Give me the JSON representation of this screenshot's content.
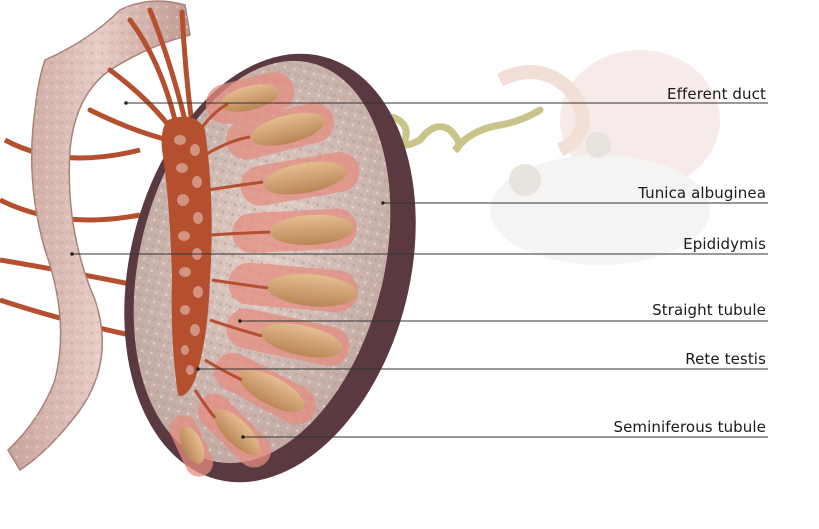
{
  "labels": [
    {
      "id": "efferent-duct",
      "text": "Efferent duct"
    },
    {
      "id": "tunica-albuginea",
      "text": "Tunica albuginea"
    },
    {
      "id": "epididymis",
      "text": "Epididymis"
    },
    {
      "id": "straight-tubule",
      "text": "Straight tubule"
    },
    {
      "id": "rete-testis",
      "text": "Rete testis"
    },
    {
      "id": "seminiferous-tubule",
      "text": "Seminiferous tubule"
    }
  ],
  "colors": {
    "capsule": "#5a3a40",
    "parenchyma": "#d9c3bb",
    "lobule": "#e48c80",
    "tubule": "#d3a277",
    "vessel": "#b4502f",
    "epididymis": "#d8b8b0",
    "leader_line": "#333333"
  }
}
